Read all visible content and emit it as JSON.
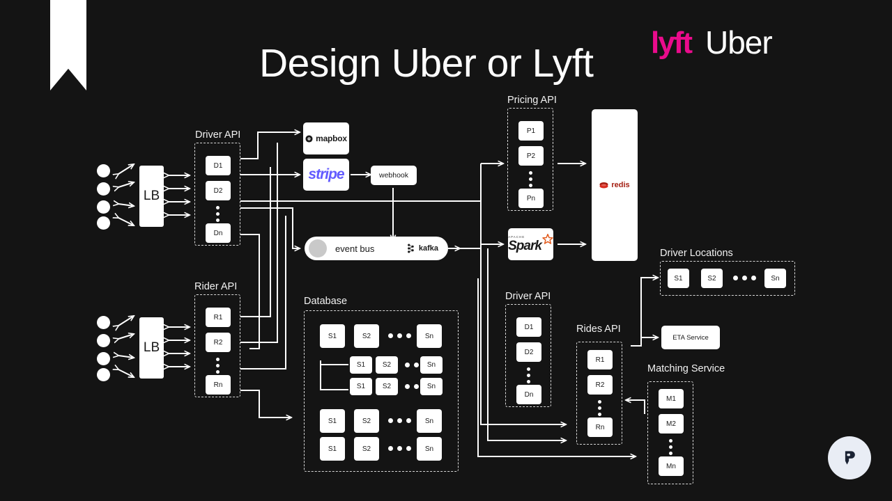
{
  "page": {
    "title": "Design Uber or Lyft",
    "background_color": "#141414",
    "accent_lyft": "#EA0B8C",
    "accent_stripe": "#635BFF",
    "accent_redis": "#A41E11",
    "accent_spark": "#E25A1C"
  },
  "brand_marks": {
    "lyft": "lyft",
    "uber": "Uber"
  },
  "left_column": {
    "driver_clients": {
      "count": 4
    },
    "driver_lb": {
      "label": "LB"
    },
    "rider_clients": {
      "count": 4
    },
    "rider_lb": {
      "label": "LB"
    }
  },
  "groups": {
    "driver_api_left": {
      "label": "Driver API",
      "nodes": [
        "D1",
        "D2",
        "Dn"
      ]
    },
    "rider_api": {
      "label": "Rider API",
      "nodes": [
        "R1",
        "R2",
        "Rn"
      ]
    },
    "pricing_api": {
      "label": "Pricing API",
      "nodes": [
        "P1",
        "P2",
        "Pn"
      ]
    },
    "driver_api_right": {
      "label": "Driver API",
      "nodes": [
        "D1",
        "D2",
        "Dn"
      ]
    },
    "rides_api": {
      "label": "Rides API",
      "nodes": [
        "R1",
        "R2",
        "Rn"
      ]
    },
    "matching_service": {
      "label": "Matching Service",
      "nodes": [
        "M1",
        "M2",
        "Mn"
      ]
    },
    "driver_locations": {
      "label": "Driver Locations",
      "nodes": [
        "S1",
        "S2",
        "Sn"
      ]
    },
    "database": {
      "label": "Database",
      "row1": [
        "S1",
        "S2",
        "Sn"
      ],
      "row2": [
        "S1",
        "S2",
        "Sn"
      ],
      "row3": [
        "S1",
        "S2",
        "Sn"
      ],
      "row4": [
        "S1",
        "S2",
        "Sn"
      ],
      "row5": [
        "S1",
        "S2",
        "Sn"
      ]
    }
  },
  "services": {
    "mapbox": {
      "label": "mapbox"
    },
    "stripe": {
      "label": "stripe"
    },
    "webhook": {
      "label": "webhook"
    },
    "event_bus": {
      "label": "event bus",
      "tech": "kafka"
    },
    "redis": {
      "label": "redis"
    },
    "spark": {
      "label": "Spark",
      "superscript": "APACHE"
    },
    "eta_service": {
      "label": "ETA Service"
    }
  }
}
